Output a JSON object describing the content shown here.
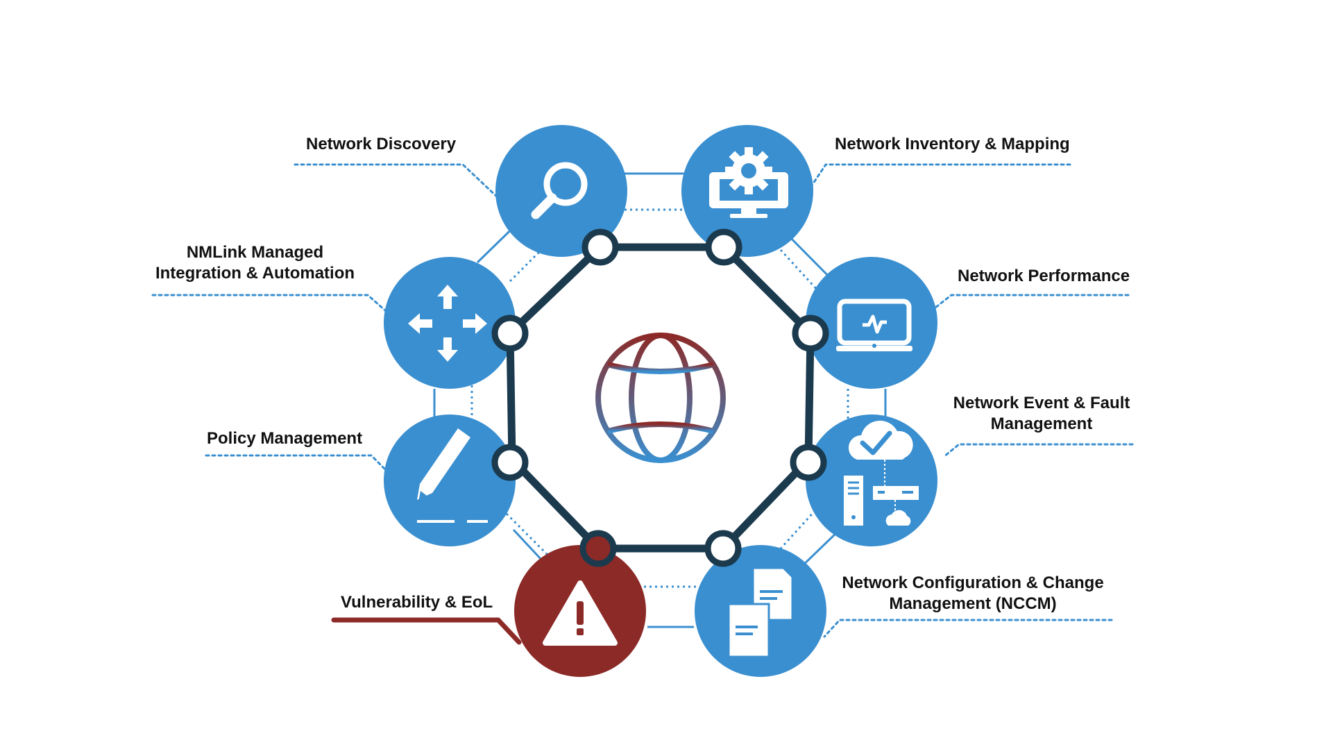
{
  "colors": {
    "blue": "#3a8fd0",
    "dark_navy": "#1b3a4e",
    "red": "#8c2a27",
    "dotted": "#3a8fd0",
    "node_fill": "#ffffff"
  },
  "hub": {
    "icon": "globe-icon"
  },
  "modules": [
    {
      "id": "network-discovery",
      "lines": [
        "Network Discovery"
      ],
      "icon": "magnifier-icon",
      "status": "normal"
    },
    {
      "id": "network-inventory",
      "lines": [
        "Network Inventory & Mapping"
      ],
      "icon": "monitor-gear-icon",
      "status": "normal"
    },
    {
      "id": "network-performance",
      "lines": [
        "Network Performance"
      ],
      "icon": "laptop-pulse-icon",
      "status": "normal"
    },
    {
      "id": "network-event-fault",
      "lines": [
        "Network Event & Fault",
        "Management"
      ],
      "icon": "cloud-servers-icon",
      "status": "normal"
    },
    {
      "id": "nccm",
      "lines": [
        "Network Configuration & Change",
        "Management (NCCM)"
      ],
      "icon": "documents-icon",
      "status": "normal"
    },
    {
      "id": "vulnerability-eol",
      "lines": [
        "Vulnerability & EoL"
      ],
      "icon": "warning-icon",
      "status": "highlighted"
    },
    {
      "id": "policy-management",
      "lines": [
        "Policy Management"
      ],
      "icon": "pencil-icon",
      "status": "normal"
    },
    {
      "id": "nmlink",
      "lines": [
        "NMLink Managed",
        "Integration & Automation"
      ],
      "icon": "move-arrows-icon",
      "status": "normal"
    }
  ]
}
